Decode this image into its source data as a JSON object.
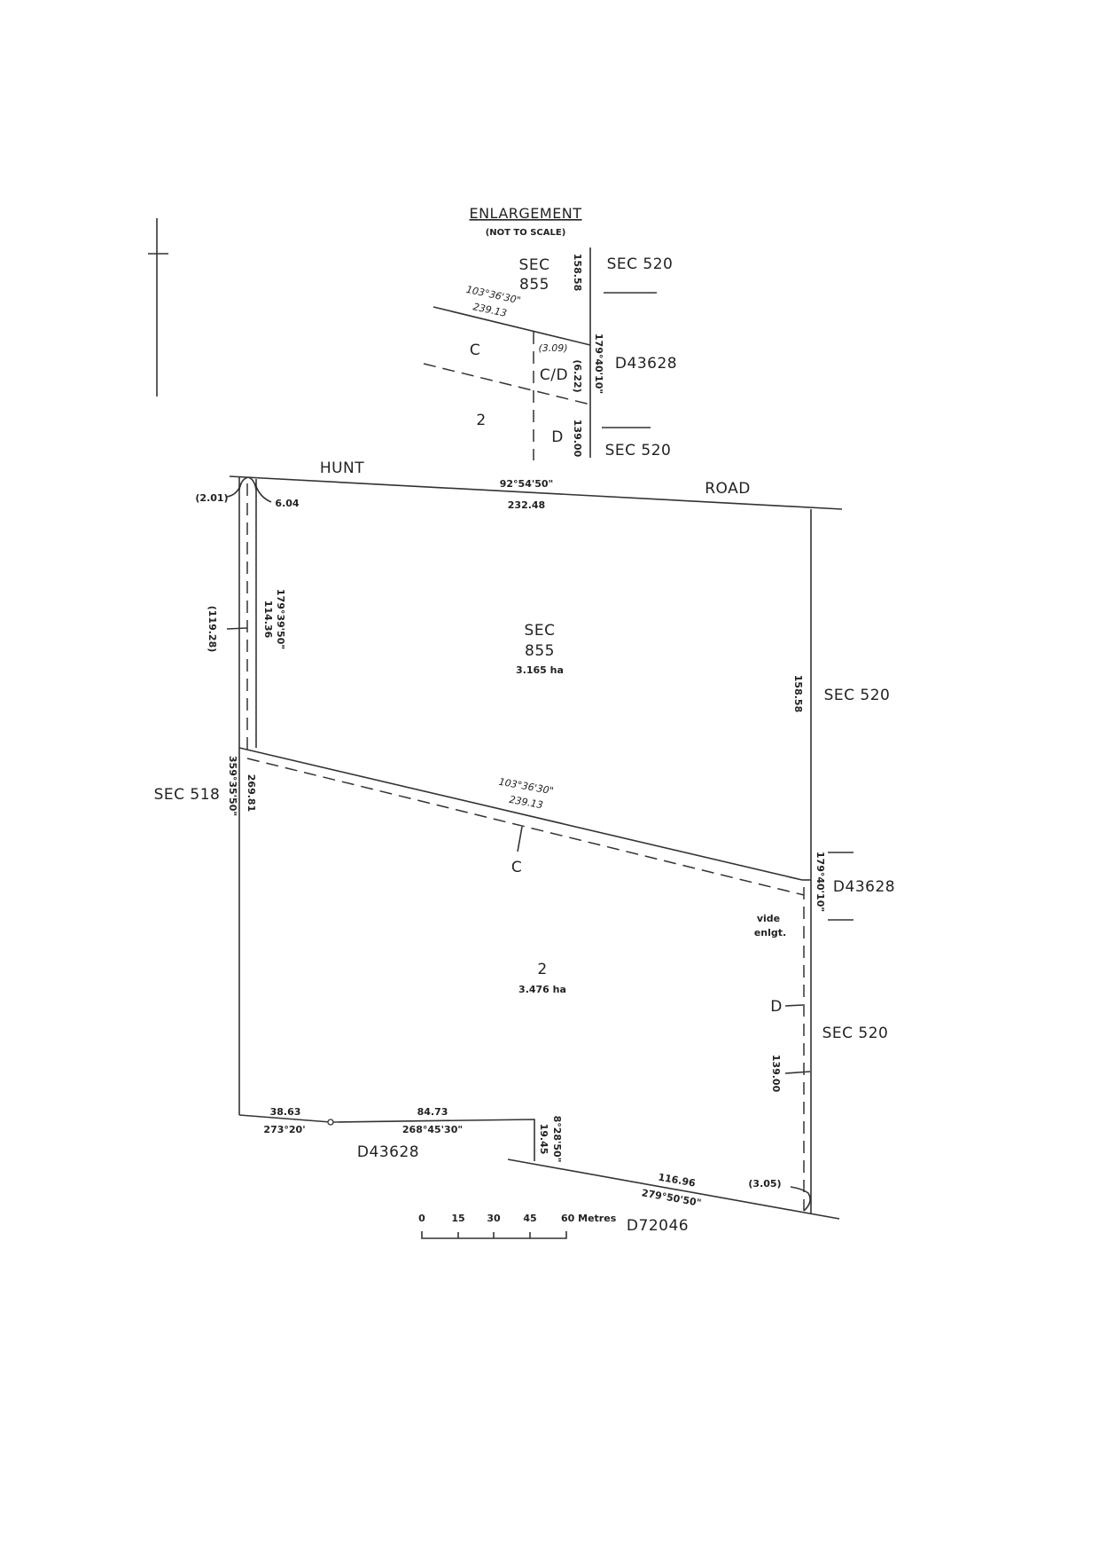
{
  "enlargement": {
    "title": "ENLARGEMENT",
    "subtitle": "(NOT TO SCALE)",
    "sec_855_a": "SEC",
    "sec_855_b": "855",
    "dist_158": "158.58",
    "sec_520_top": "SEC 520",
    "bearing": "103°36'30\"",
    "dist_239": "239.13",
    "label_c": "C",
    "dist_309": "(3.09)",
    "label_cd": "C/D",
    "dist_622": "(6.22)",
    "bearing_179": "179°40'10\"",
    "d43628": "D43628",
    "label_2": "2",
    "label_d": "D",
    "dist_139": "139.00",
    "sec_520_bottom": "SEC 520"
  },
  "plan": {
    "hunt": "HUNT",
    "road": "ROAD",
    "road_bearing": "92°54'50\"",
    "road_dist": "232.48",
    "dist_201": "(2.01)",
    "dist_604": "6.04",
    "bearing_left_inner": "179°39'50\"",
    "dist_left_inner": "114.36",
    "dist_11928": "(119.28)",
    "sec_855_a": "SEC",
    "sec_855_b": "855",
    "area_855": "3.165 ha",
    "right_dist": "158.58",
    "sec_520_upper": "SEC 520",
    "sec_518": "SEC 518",
    "bearing_left_outer": "359°35'50\"",
    "dist_left_outer": "269.81",
    "diag_bearing": "103°36'30\"",
    "diag_dist": "239.13",
    "label_c": "C",
    "d43628_right": "D43628",
    "bearing_right": "179°40'10\"",
    "vide_1": "vide",
    "vide_2": "enlgt.",
    "lot_2": "2",
    "area_2": "3.476 ha",
    "label_d": "D",
    "sec_520_lower": "SEC 520",
    "dist_139": "139.00",
    "dist_3863": "38.63",
    "bearing_273": "273°20'",
    "dist_8473": "84.73",
    "bearing_268": "268°45'30\"",
    "d43628_bottom": "D43628",
    "dist_1945": "19.45",
    "bearing_8": "8°28'50\"",
    "dist_11696": "116.96",
    "bearing_279": "279°50'50\"",
    "dist_305": "(3.05)",
    "d72046": "D72046"
  },
  "scale_bar": {
    "ticks": [
      "0",
      "15",
      "30",
      "45",
      "60 Metres"
    ]
  }
}
